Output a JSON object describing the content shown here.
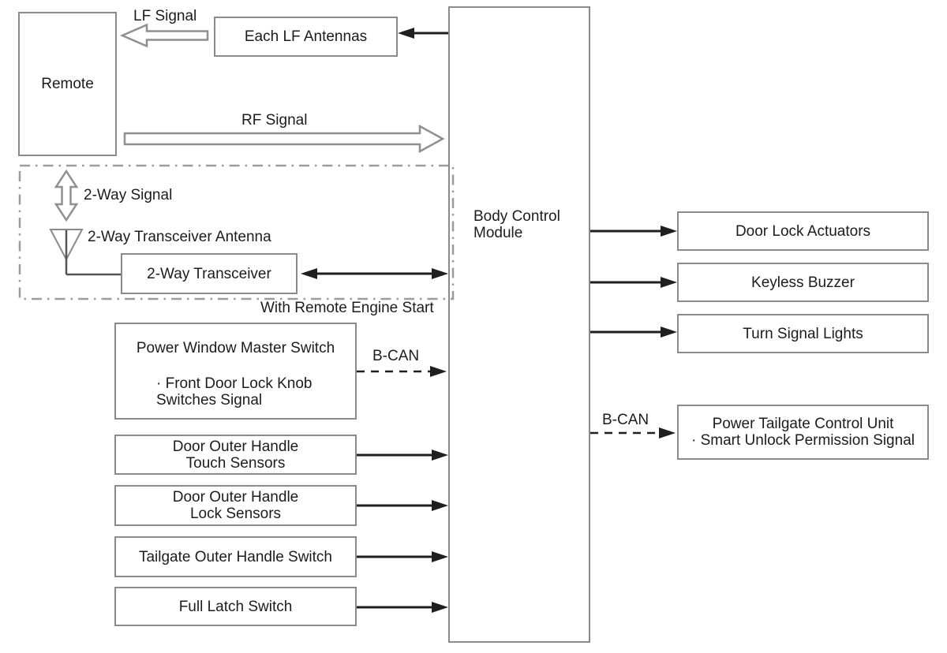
{
  "colors": {
    "background": "#ffffff",
    "box_border": "#8a8a8a",
    "arrow_black": "#1f1f1f",
    "hollow_arrow_stroke": "#8f8f8f",
    "dash_dot_border": "#9c9c9c",
    "text": "#1c1c1c"
  },
  "nodes": {
    "remote": {
      "label": "Remote"
    },
    "each_lf_antennas": {
      "label": "Each LF Antennas"
    },
    "two_way_transceiver": {
      "label": "2-Way Transceiver"
    },
    "body_control_module": {
      "line1": "Body Control",
      "line2": "Module"
    },
    "power_window_master_switch": {
      "title": "Power Window Master Switch",
      "detail_line1": "· Front Door Lock Knob",
      "detail_line2": "Switches Signal"
    },
    "door_outer_handle_touch_sensors": {
      "line1": "Door Outer Handle",
      "line2": "Touch Sensors"
    },
    "door_outer_handle_lock_sensors": {
      "line1": "Door Outer Handle",
      "line2": "Lock Sensors"
    },
    "tailgate_outer_handle_switch": {
      "label": "Tailgate Outer Handle Switch"
    },
    "full_latch_switch": {
      "label": "Full Latch Switch"
    },
    "door_lock_actuators": {
      "label": "Door Lock Actuators"
    },
    "keyless_buzzer": {
      "label": "Keyless Buzzer"
    },
    "turn_signal_lights": {
      "label": "Turn Signal Lights"
    },
    "power_tailgate_control_unit": {
      "line1": "Power Tailgate Control Unit",
      "line2": "· Smart Unlock Permission Signal"
    }
  },
  "labels": {
    "lf_signal": "LF Signal",
    "rf_signal": "RF Signal",
    "two_way_signal": "2-Way Signal",
    "two_way_transceiver_antenna": "2-Way Transceiver Antenna",
    "with_remote_engine_start": "With Remote Engine Start",
    "b_can_left": "B-CAN",
    "b_can_right": "B-CAN"
  }
}
